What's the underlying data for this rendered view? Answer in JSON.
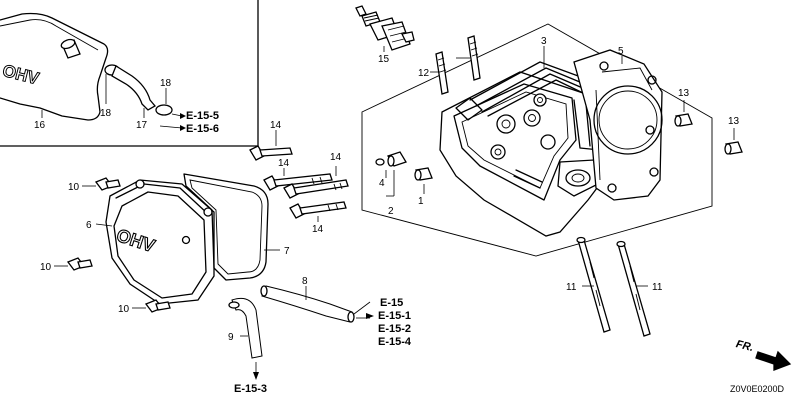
{
  "callouts": {
    "c1": "1",
    "c2": "2",
    "c3": "3",
    "c4": "4",
    "c5": "5",
    "c6": "6",
    "c7": "7",
    "c8": "8",
    "c9": "9",
    "c10a": "10",
    "c10b": "10",
    "c10c": "10",
    "c11a": "11",
    "c11b": "11",
    "c12": "12",
    "c13a": "13",
    "c13b": "13",
    "c14a": "14",
    "c14b": "14",
    "c14c": "14",
    "c14d": "14",
    "c15": "15",
    "c16": "16",
    "c17": "17",
    "c18a": "18",
    "c18b": "18"
  },
  "references": {
    "inset_1": "E-15-5",
    "inset_2": "E-15-6",
    "breather_1": "E-15",
    "breather_2": "E-15-1",
    "breather_3": "E-15-2",
    "breather_4": "E-15-4",
    "tube": "E-15-3"
  },
  "cover_logo": "OHV",
  "inset_logo": "OHV",
  "front_label": "FR.",
  "diagram_code": "Z0V0E0200D"
}
